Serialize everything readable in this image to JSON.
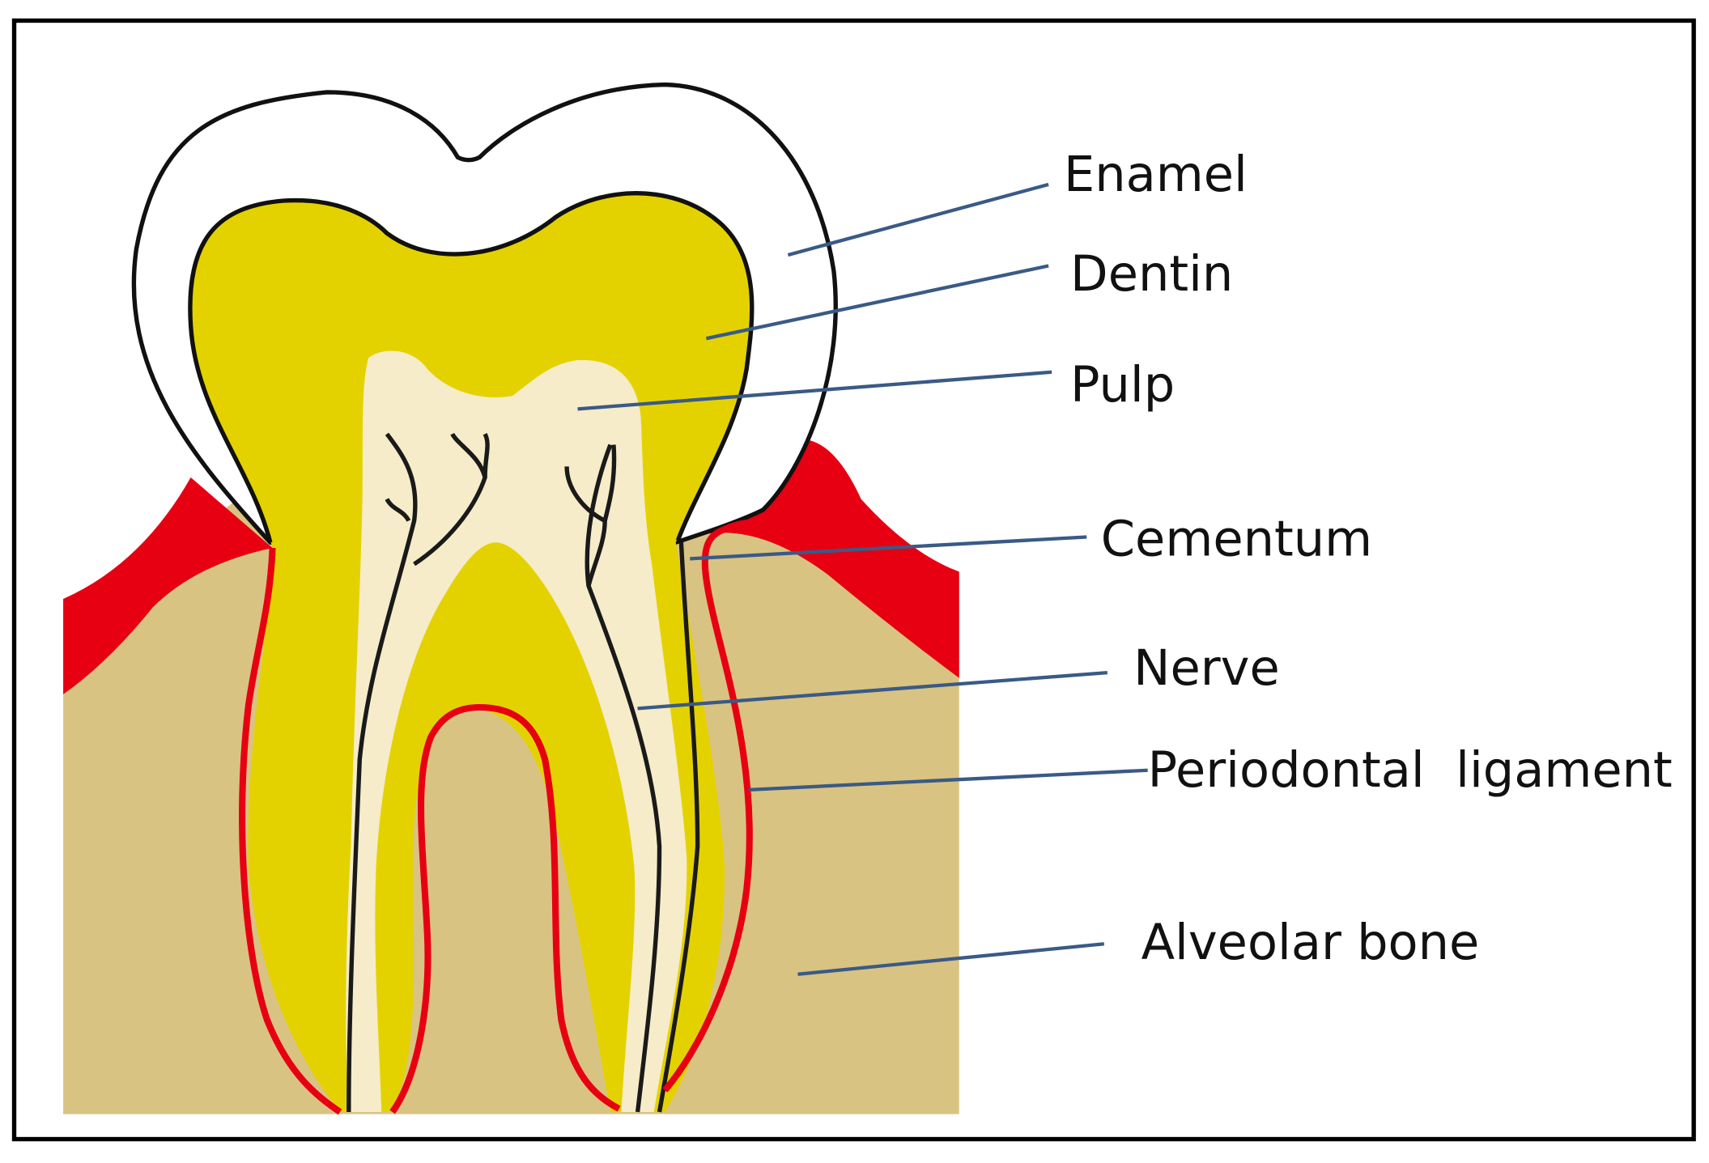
{
  "colors": {
    "frame": "#000000",
    "gum": "#e60012",
    "bone": "#d9c382",
    "enamel": "#ffffff",
    "dentin": "#e4d200",
    "pulp": "#f6ecc9",
    "nerve": "#1a1a1a",
    "periodontal_ligament": "#e60012",
    "leader_line": "#3a5a86",
    "outline": "#111111"
  },
  "labels": [
    {
      "key": "enamel",
      "text": "Enamel"
    },
    {
      "key": "dentin",
      "text": "Dentin"
    },
    {
      "key": "pulp",
      "text": "Pulp"
    },
    {
      "key": "cementum",
      "text": "Cementum"
    },
    {
      "key": "nerve",
      "text": "Nerve"
    },
    {
      "key": "periodontal_ligament",
      "text": "Periodontal  ligament"
    },
    {
      "key": "alveolar_bone",
      "text": "Alveolar bone"
    }
  ]
}
